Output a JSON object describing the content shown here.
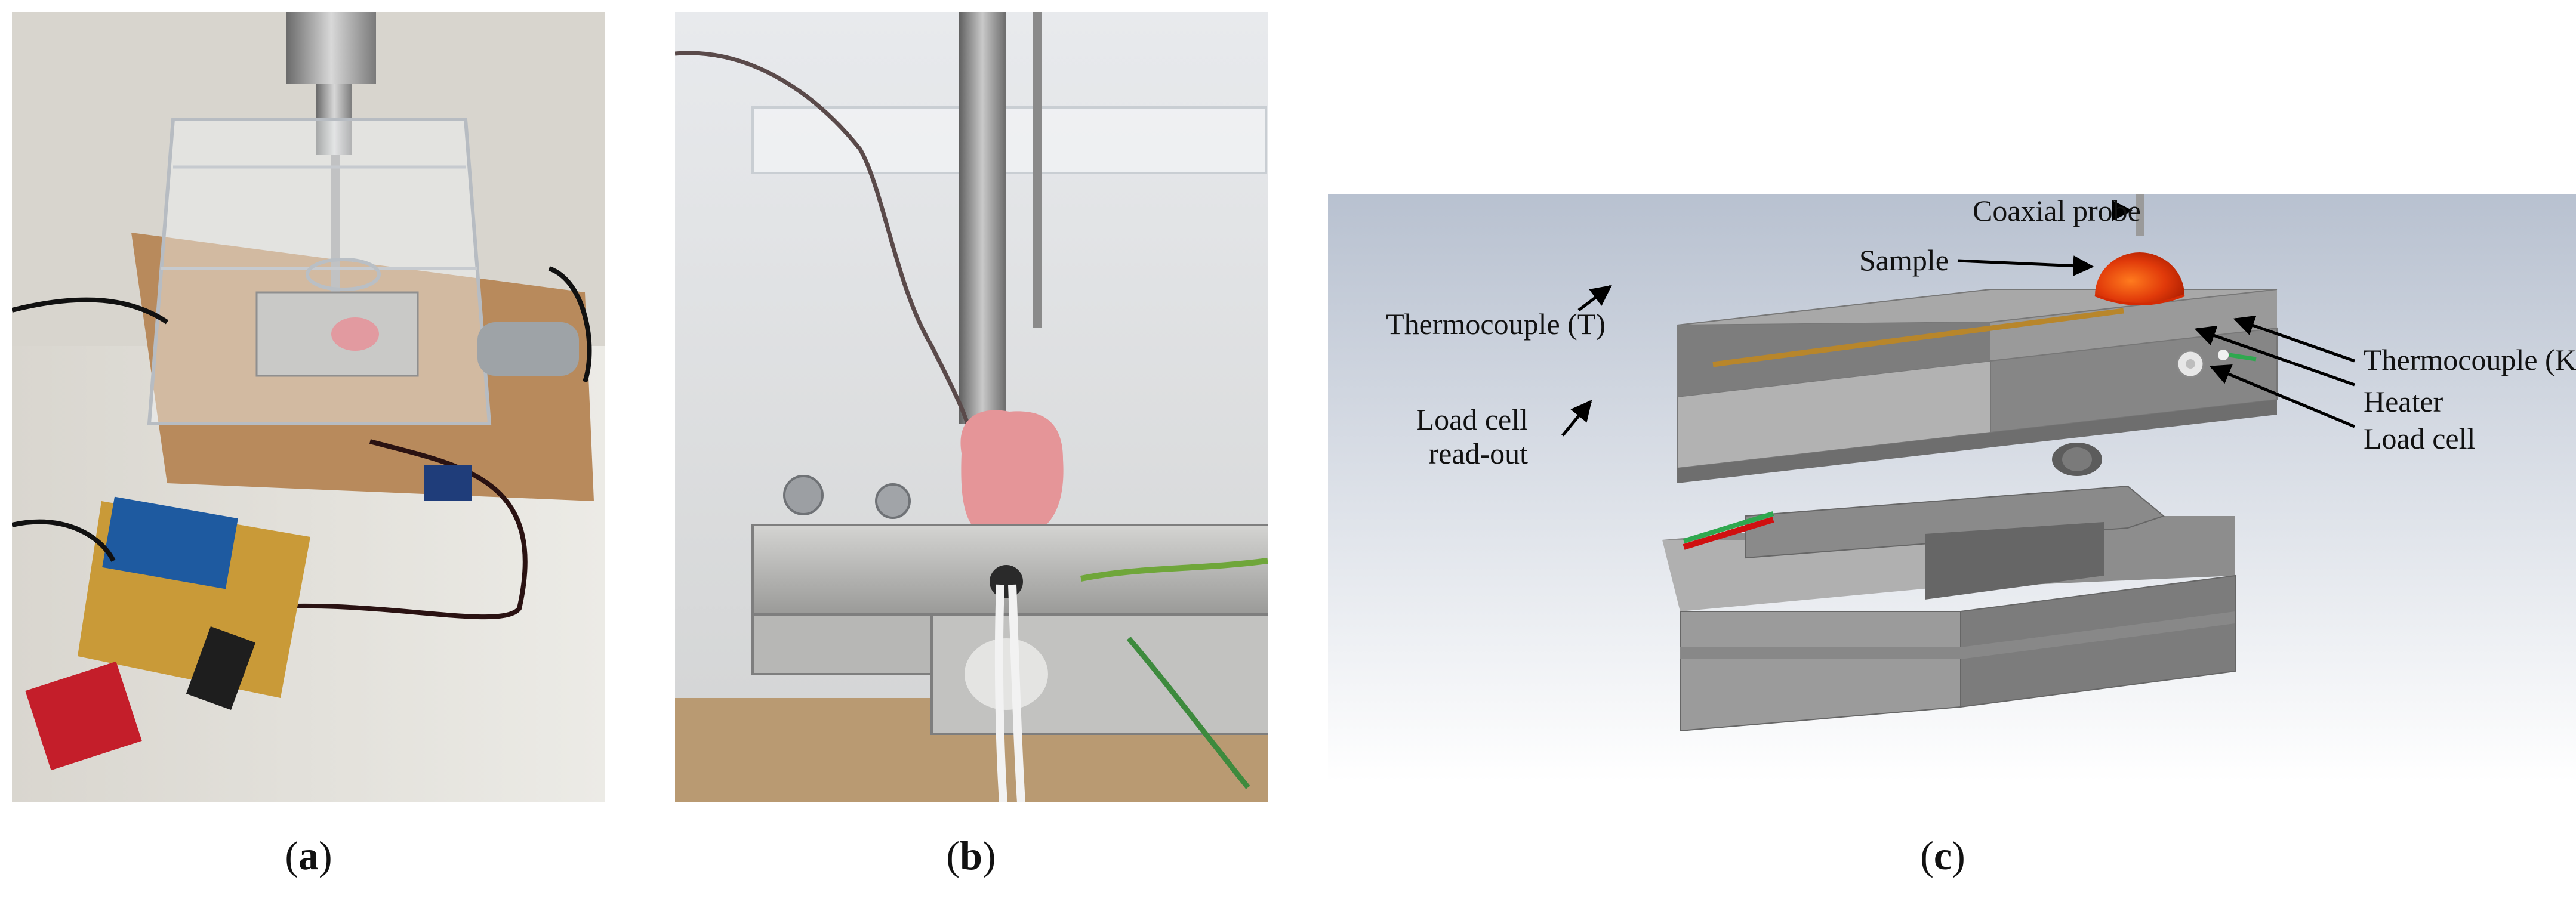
{
  "figure": {
    "panels": [
      {
        "id": "a",
        "caption_open": "(",
        "caption_letter": "a",
        "caption_close": ")"
      },
      {
        "id": "b",
        "caption_open": "(",
        "caption_letter": "b",
        "caption_close": ")"
      },
      {
        "id": "c",
        "caption_open": "(",
        "caption_letter": "c",
        "caption_close": ")"
      }
    ],
    "diagram_labels": {
      "coaxial_probe": "Coaxial probe",
      "sample": "Sample",
      "thermocouple_t": "Thermocouple (T)",
      "thermocouple_k": "Thermocouple (K)",
      "heater": "Heater",
      "load_cell_readout_line1": "Load cell",
      "load_cell_readout_line2": "read-out",
      "load_cell": "Load cell"
    },
    "colors": {
      "sample_core": "#ff5a10",
      "sample_edge": "#b02000",
      "thermocouple_t": "#b8862b",
      "thermocouple_k": "#2fa84f",
      "readout_red": "#d01010",
      "block_light": "#9c9c9c",
      "block_dark": "#707070"
    }
  }
}
